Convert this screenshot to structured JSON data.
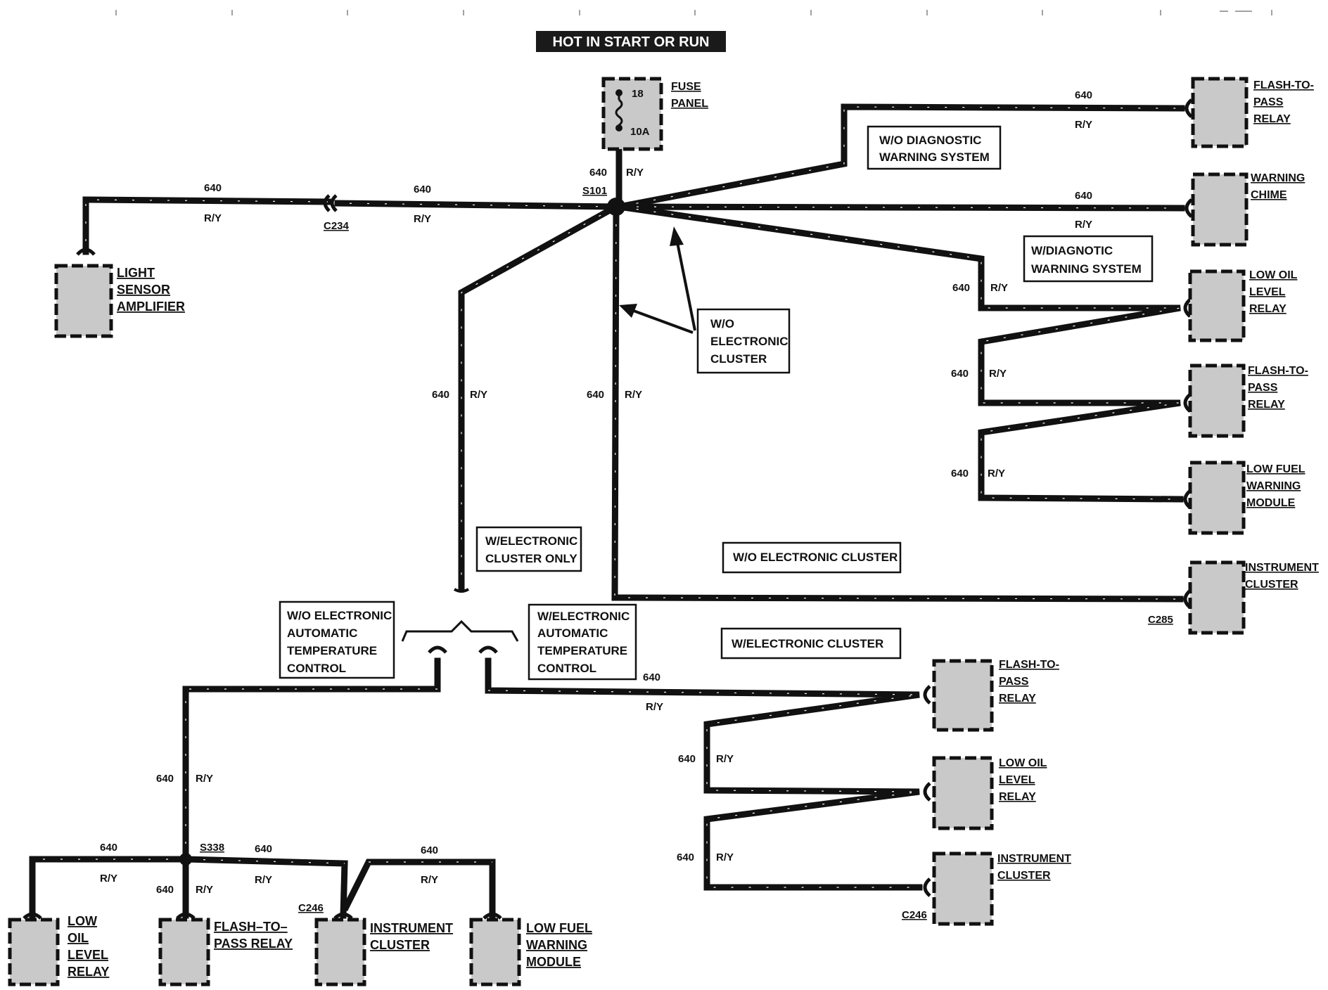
{
  "header": {
    "title": "HOT IN START OR RUN"
  },
  "fuse_panel": {
    "label_line1": "FUSE",
    "label_line2": "PANEL",
    "fuse_number": "18",
    "fuse_rating": "10A"
  },
  "wire": {
    "circuit": "640",
    "color": "R/Y"
  },
  "splices": {
    "s101": "S101",
    "s338": "S338"
  },
  "connectors": {
    "c234": "C234",
    "c285": "C285",
    "c246_a": "C246",
    "c246_b": "C246"
  },
  "condition_boxes": {
    "wo_diagnostic": [
      "W/O DIAGNOSTIC",
      "WARNING SYSTEM"
    ],
    "w_diagnostic": [
      "W/DIAGNOTIC",
      "WARNING  SYSTEM"
    ],
    "wo_electronic_cluster_callout": [
      "W/O",
      "ELECTRONIC",
      "CLUSTER"
    ],
    "w_electronic_cluster_only": [
      "W/ELECTRONIC",
      "CLUSTER ONLY"
    ],
    "wo_electronic_cluster": "W/O ELECTRONIC CLUSTER",
    "w_electronic_cluster": "W/ELECTRONIC CLUSTER",
    "wo_auto_temp": [
      "W/O ELECTRONIC",
      "AUTOMATIC",
      "TEMPERATURE",
      "CONTROL"
    ],
    "w_auto_temp": [
      "W/ELECTRONIC",
      "AUTOMATIC",
      "TEMPERATURE",
      "CONTROL"
    ]
  },
  "components": {
    "light_sensor_amplifier": [
      "LIGHT",
      "SENSOR",
      "AMPLIFIER"
    ],
    "flash_to_pass_relay_1": [
      "FLASH-TO-",
      "PASS",
      "RELAY"
    ],
    "warning_chime": [
      "WARNING",
      "CHIME"
    ],
    "low_oil_level_relay_1": [
      "LOW OIL",
      "LEVEL",
      "RELAY"
    ],
    "flash_to_pass_relay_2": [
      "FLASH-TO-",
      "PASS",
      "RELAY"
    ],
    "low_fuel_warning_module_1": [
      "LOW FUEL",
      "WARNING",
      "MODULE"
    ],
    "instrument_cluster_1": [
      "INSTRUMENT",
      "CLUSTER"
    ],
    "flash_to_pass_relay_3": [
      "FLASH-TO-",
      "PASS",
      "RELAY"
    ],
    "low_oil_level_relay_2": [
      "LOW OIL",
      "LEVEL",
      "RELAY"
    ],
    "instrument_cluster_2": [
      "INSTRUMENT",
      "CLUSTER"
    ],
    "low_oil_level_relay_3": [
      "LOW",
      "OIL",
      "LEVEL",
      "RELAY"
    ],
    "flash_to_pass_relay_4": [
      "FLASH–TO–",
      "PASS RELAY"
    ],
    "instrument_cluster_3": [
      "INSTRUMENT",
      "CLUSTER"
    ],
    "low_fuel_warning_module_2": [
      "LOW FUEL",
      "WARNING",
      "MODULE"
    ]
  }
}
